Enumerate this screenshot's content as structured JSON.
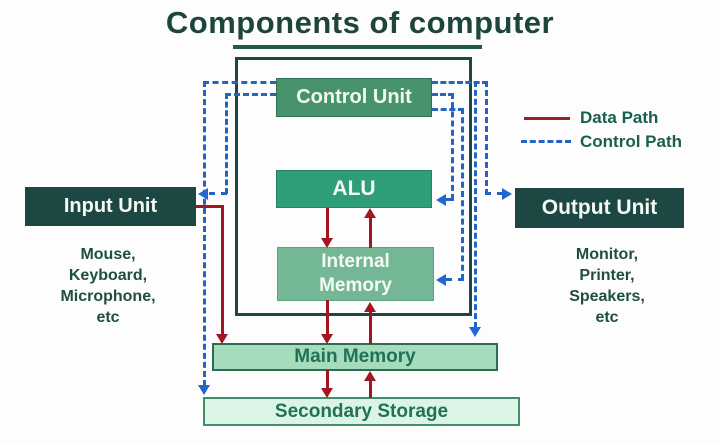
{
  "title": {
    "text": "Components of computer"
  },
  "cpu": {
    "control_unit_label": "Control Unit",
    "alu_label": "ALU",
    "internal_memory_label": "Internal Memory"
  },
  "io": {
    "input_unit": {
      "label": "Input Unit",
      "devices": [
        "Mouse,",
        "Keyboard,",
        "Microphone,",
        "etc"
      ]
    },
    "output_unit": {
      "label": "Output Unit",
      "devices": [
        "Monitor,",
        "Printer,",
        "Speakers,",
        "etc"
      ]
    }
  },
  "memory": {
    "main_memory_label": "Main Memory",
    "secondary_storage_label": "Secondary Storage"
  },
  "legend": {
    "data_path_label": "Data Path",
    "control_path_label": "Control Path",
    "data_path_color": "#a31621",
    "control_path_color": "#2263c4"
  },
  "colors": {
    "title_text": "#1d453c",
    "io_box_fill": "#1c4743",
    "cpu_border": "#1c4743",
    "control_unit_fill": "#47946c",
    "alu_fill": "#2e9e78",
    "internal_memory_fill": "#74b794",
    "main_memory_fill": "#a4dcbc",
    "secondary_storage_fill": "#dcf4e6"
  }
}
